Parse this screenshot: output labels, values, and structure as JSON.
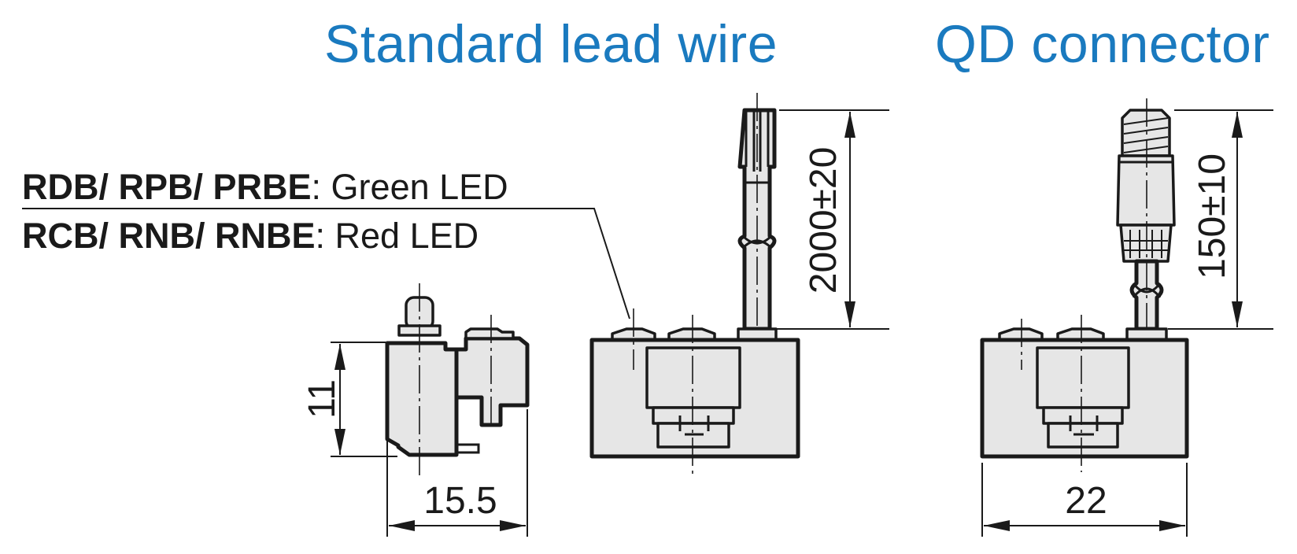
{
  "titles": {
    "standard": "Standard lead wire",
    "qd": "QD connector"
  },
  "legend": {
    "line1_models": "RDB/ RPB/ PRBE",
    "line1_desc": ": Green LED",
    "line2_models": "RCB/ RNB/ RNBE",
    "line2_desc": ": Red LED"
  },
  "dimensions": {
    "side_height": "11",
    "side_width": "15.5",
    "lead_length": "2000±20",
    "qd_length": "150±10",
    "qd_width": "22"
  },
  "colors": {
    "title": "#1a7abf",
    "body_fill": "#e6e6e6",
    "line": "#1a1a1a"
  }
}
